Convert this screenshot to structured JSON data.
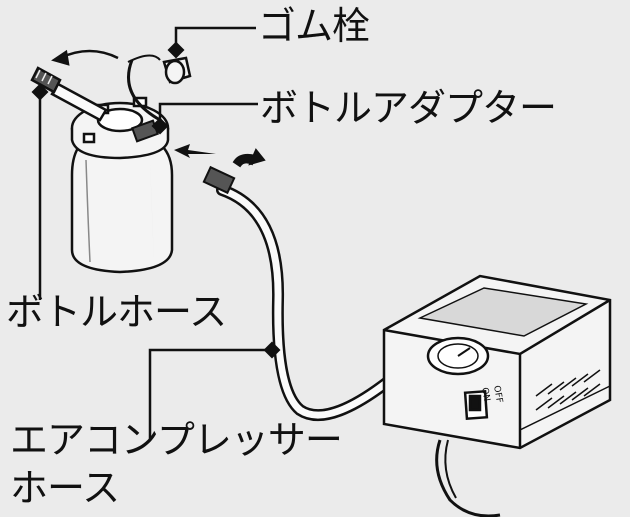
{
  "labels": {
    "rubber_plug": "ゴム栓",
    "bottle_adapter": "ボトルアダプター",
    "bottle_hose": "ボトルホース",
    "air_compressor_hose_line1": "エアコンプレッサー",
    "air_compressor_hose_line2": "ホース"
  },
  "switch": {
    "off": "OFF",
    "on": "ON"
  },
  "colors": {
    "background": "#ebebeb",
    "line": "#111111",
    "body_fill": "#f4f4f4",
    "shade_fill": "#cfcfcf"
  },
  "icons": [
    "rotate-arrow",
    "insert-arrow",
    "leader-marker"
  ]
}
